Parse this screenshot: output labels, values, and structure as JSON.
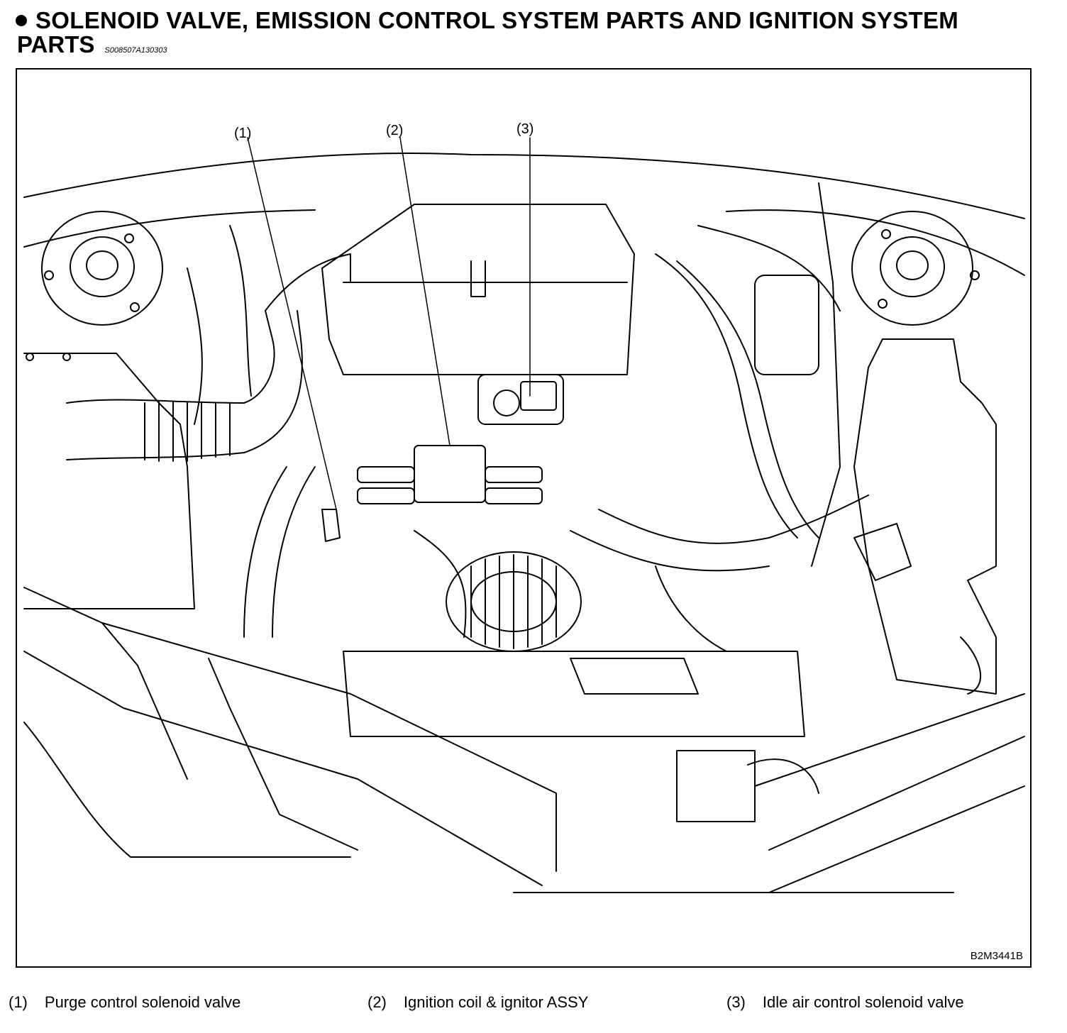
{
  "header": {
    "title_line1": "SOLENOID VALVE, EMISSION CONTROL SYSTEM PARTS AND IGNITION SYSTEM",
    "title_line2": "PARTS",
    "doc_code": "S008507A130303"
  },
  "figure": {
    "id": "B2M3441B",
    "callouts": [
      "(1)",
      "(2)",
      "(3)"
    ]
  },
  "legend": [
    {
      "num": "(1)",
      "label": "Purge control solenoid valve"
    },
    {
      "num": "(2)",
      "label": "Ignition coil & ignitor ASSY"
    },
    {
      "num": "(3)",
      "label": "Idle air control solenoid valve"
    }
  ]
}
